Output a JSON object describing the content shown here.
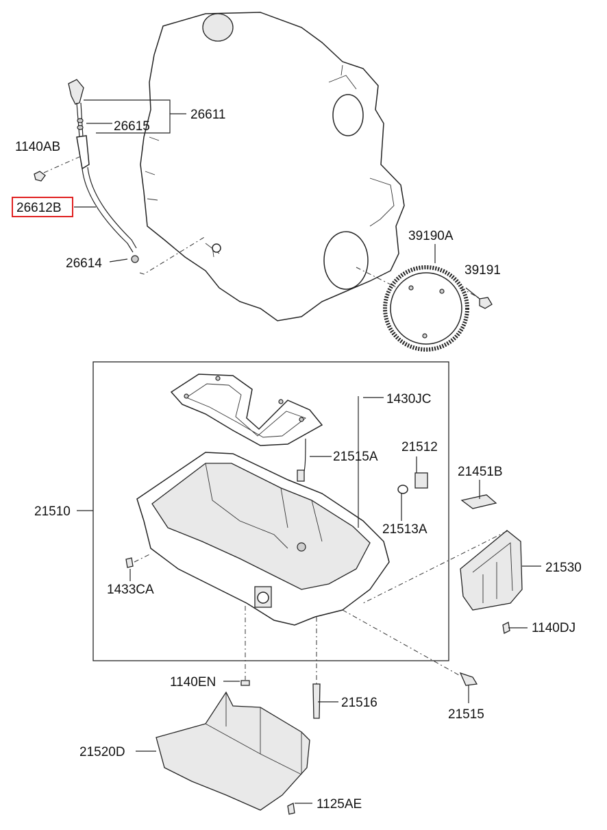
{
  "highlight_color": "#e02020",
  "labels": {
    "p26611": "26611",
    "p26615": "26615",
    "p1140AB": "1140AB",
    "p26612B": "26612B",
    "p26614": "26614",
    "p39190A": "39190A",
    "p39191": "39191",
    "p1430JC": "1430JC",
    "p21512": "21512",
    "p21515A": "21515A",
    "p21451B": "21451B",
    "p21510": "21510",
    "p21513A": "21513A",
    "p21530": "21530",
    "p1433CA": "1433CA",
    "p1140DJ": "1140DJ",
    "p1140EN": "1140EN",
    "p21516": "21516",
    "p21515": "21515",
    "p21520D": "21520D",
    "p1125AE": "1125AE"
  },
  "highlighted_part": "26612B"
}
